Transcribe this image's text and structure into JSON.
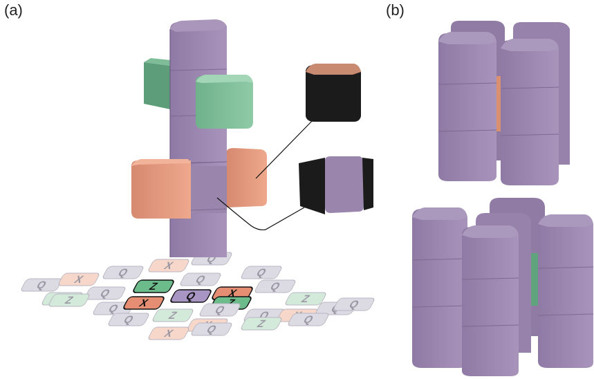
{
  "panels": {
    "a_label": "(a)",
    "b_label": "(b)"
  },
  "colors": {
    "purple": "#9a86ad",
    "green": "#7cbf98",
    "orange": "#e29a7f",
    "black": "#1b1b1b",
    "tile_gray": "#dcdae2",
    "tile_green": "#d3e9da",
    "tile_orange": "#f6d7ca",
    "tile_green_active": "#6cbb8b",
    "tile_orange_active": "#e58e74",
    "tile_purple_active": "#a995c4"
  },
  "lattice": {
    "tiles": [
      {
        "kind": "Q",
        "state": "faint"
      },
      {
        "kind": "X",
        "state": "faint"
      },
      {
        "kind": "Q",
        "state": "faint"
      },
      {
        "kind": "X",
        "state": "faint"
      },
      {
        "kind": "Q",
        "state": "faint"
      },
      {
        "kind": "Z",
        "state": "faint"
      },
      {
        "kind": "Q",
        "state": "faint"
      },
      {
        "kind": "Z",
        "state": "active"
      },
      {
        "kind": "Q",
        "state": "faint"
      },
      {
        "kind": "X",
        "state": "active"
      },
      {
        "kind": "Q",
        "state": "faint"
      },
      {
        "kind": "Z",
        "state": "faint"
      },
      {
        "kind": "Q",
        "state": "faint"
      },
      {
        "kind": "X",
        "state": "active"
      },
      {
        "kind": "Q",
        "state": "active"
      },
      {
        "kind": "Z",
        "state": "active"
      },
      {
        "kind": "Q",
        "state": "faint"
      },
      {
        "kind": "Z",
        "state": "faint"
      },
      {
        "kind": "Q",
        "state": "faint"
      },
      {
        "kind": "Z",
        "state": "faint"
      },
      {
        "kind": "Q",
        "state": "faint"
      },
      {
        "kind": "X",
        "state": "faint"
      },
      {
        "kind": "Q",
        "state": "faint"
      },
      {
        "kind": "X",
        "state": "faint"
      },
      {
        "kind": "Q",
        "state": "faint"
      },
      {
        "kind": "Q",
        "state": "faint"
      },
      {
        "kind": "X",
        "state": "faint"
      },
      {
        "kind": "Q",
        "state": "faint"
      },
      {
        "kind": "Z",
        "state": "faint"
      },
      {
        "kind": "Q",
        "state": "faint"
      }
    ]
  }
}
